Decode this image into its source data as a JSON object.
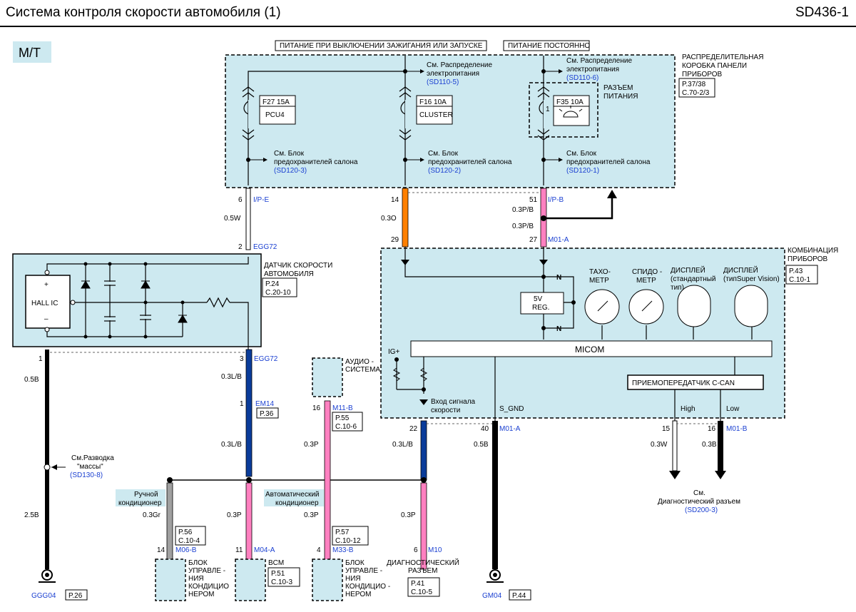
{
  "title": "Система  контроля скорости автомобиля (1)",
  "code": "SD436-1",
  "mode": "M/T",
  "top": {
    "ign_label": "ПИТАНИЕ  ПРИ  ВЫКЛЮЧЕНИИ  ЗАЖИГАНИЯ  ИЛИ ЗАПУСКЕ",
    "const_label": "ПИТАНИЕ  ПОСТОЯННО",
    "junction_title": [
      "РАСПРЕДЕЛИТЕЛЬНАЯ",
      "КОРОБКА  ПАНЕЛИ",
      "ПРИБОРОВ"
    ],
    "junction_ref": [
      "P.37/38",
      "C.70-2/3"
    ],
    "fuses": [
      {
        "id": "F27 15A",
        "name": "PCU4"
      },
      {
        "id": "F16 10A",
        "name": "CLUSTER"
      },
      {
        "id": "F35 10A",
        "name": ""
      }
    ],
    "fuse_pin": "1",
    "power_conn": [
      "РАЗЪЕМ",
      "ПИТАНИЯ"
    ],
    "see_power": [
      "См. Распределение",
      "электропитания"
    ],
    "see_power_codes": [
      "(SD110-5)",
      "(SD110-6)"
    ],
    "see_fuse": [
      "См. Блок",
      "предохранителей салона"
    ],
    "see_fuse_codes": [
      "(SD120-3)",
      "(SD120-2)",
      "(SD120-1)"
    ]
  },
  "wires": {
    "pin6": "6",
    "ipe": "I/P-E",
    "w05W": "0.5W",
    "pin2": "2",
    "egg72a": "EGG72",
    "pin14": "14",
    "w03O": "0.3O",
    "pin29": "29",
    "pin51": "51",
    "ipb": "I/P-B",
    "w03PB1": "0.3P/B",
    "w03PB2": "0.3P/B",
    "pin27": "27",
    "m01a_top": "M01-A",
    "pin1": "1",
    "w05B": "0.5B",
    "pin3": "3",
    "egg72b": "EGG72",
    "w03LB1": "0.3L/B",
    "pin1b": "1",
    "em14": "EM14",
    "em14_ref": "P.36",
    "w03LB2": "0.3L/B",
    "pin16": "16",
    "m11b": "M11-B",
    "m11b_ref": [
      "P.55",
      "C.10-6"
    ],
    "w03P_a": "0.3P",
    "pin22": "22",
    "w03LB3": "0.3L/B",
    "pin40": "40",
    "m01a_bot": "M01-A",
    "w05B2": "0.5B",
    "pin15": "15",
    "pin16b": "16",
    "m01b": "M01-B",
    "w03W": "0.3W",
    "w03B": "0.3B",
    "w25B": "2.5B",
    "w03Gr": "0.3Gr",
    "w03P_b": "0.3P",
    "w03P_c": "0.3P",
    "w03P_d": "0.3P"
  },
  "sensor": {
    "title": [
      "ДАТЧИК СКОРОСТИ",
      "АВТОМОБИЛЯ"
    ],
    "ref": [
      "P.24",
      "C.20-10"
    ],
    "ic": "HALL IC",
    "plus": "+",
    "minus": "–"
  },
  "cluster": {
    "title": [
      "КОМБИНАЦИЯ",
      "ПРИБОРОВ"
    ],
    "ref": [
      "P.43",
      "C.10-1"
    ],
    "tacho": [
      "ТАХО-",
      "МЕТР"
    ],
    "speedo": [
      "СПИДО -",
      "МЕТР"
    ],
    "disp1": [
      "ДИСПЛЕЙ",
      "(стандартный",
      "тип)"
    ],
    "disp2": [
      "ДИСПЛЕЙ",
      "(типSuper Vision)"
    ],
    "reg": [
      "5V",
      "REG."
    ],
    "n1": "N",
    "n2": "N",
    "micom": "MICOM",
    "ig": "IG+",
    "transceiver": "ПРИЕМОПЕРЕДАТЧИК      C-CAN",
    "speed_in": [
      "Вход сигнала",
      "скорости"
    ],
    "sgnd": "S_GND",
    "high": "High",
    "low": "Low"
  },
  "audio": [
    "АУДИО -",
    "СИСТЕМА"
  ],
  "ground_see": [
    "См.Разводка",
    "\"массы\"",
    "(SD130-8)"
  ],
  "manual_ac": [
    "Ручной",
    "кондиционер"
  ],
  "auto_ac": [
    "Автоматический",
    "кондиционер"
  ],
  "diag_see": [
    "См.",
    "Диагностический разъем",
    "(SD200-3)"
  ],
  "bottom": {
    "m06b_ref": [
      "P.56",
      "C.10-4"
    ],
    "pin14b": "14",
    "m06b": "M06-B",
    "pin11": "11",
    "m04a": "M04-A",
    "m33b_ref": [
      "P.57",
      "C.10-12"
    ],
    "pin4": "4",
    "m33b": "M33-B",
    "pin6b": "6",
    "m10": "M10",
    "block1": [
      "БЛОК",
      "УПРАВЛЕ -",
      "НИЯ",
      "КОНДИЦИО",
      "НЕРОМ"
    ],
    "bcm": "BCM",
    "bcm_ref": [
      "P.51",
      "C.10-3"
    ],
    "block2": [
      "БЛОК",
      "УПРАВЛЕ -",
      "НИЯ",
      "КОНДИЦИО -",
      "НЕРОМ"
    ],
    "diag": [
      "ДИАГНОСТИЧЕСКИЙ",
      "РАЗЪЕМ"
    ],
    "diag_ref": [
      "P.41",
      "C.10-5"
    ],
    "ggg04": "GGG04",
    "ggg04_ref": "P.26",
    "gm04": "GM04",
    "gm04_ref": "P.44"
  }
}
